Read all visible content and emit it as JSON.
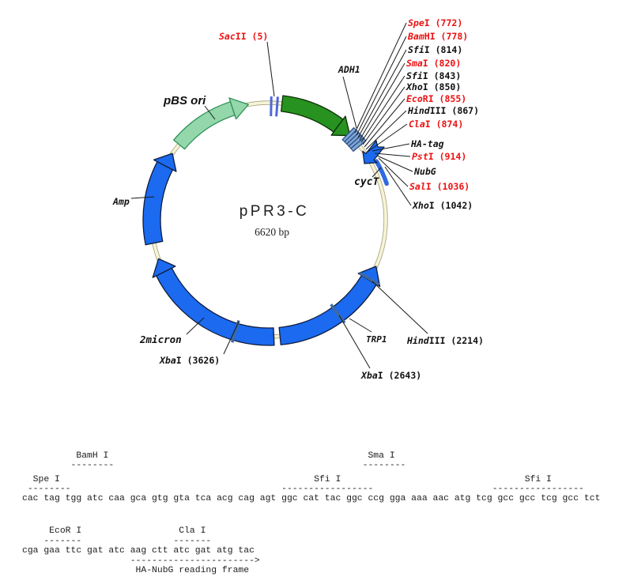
{
  "plasmid": {
    "name": "pPR3-C",
    "size_label": "6620 bp",
    "colors": {
      "red_site": "#ee1111",
      "black_site": "#111111",
      "blue_arrow": "#1b6af0",
      "green_arrow": "#27921f",
      "light_green_arrow": "#93d7ab",
      "ring_cream": "#f7f4d6",
      "tick_blue": "#4f68d8"
    },
    "genes": [
      {
        "id": "pbs",
        "label": "pBS ori"
      },
      {
        "id": "adh1",
        "label": "ADH1"
      },
      {
        "id": "amp",
        "label": "Amp"
      },
      {
        "id": "m2",
        "label": "2micron"
      },
      {
        "id": "trp1",
        "label": "TRP1"
      },
      {
        "id": "cyct",
        "label": "cycT"
      }
    ],
    "fan_sites": [
      {
        "italic": "Spe",
        "rest": "I (772)",
        "color": "#ee1111"
      },
      {
        "italic": "Bam",
        "rest": "HI (778)",
        "color": "#ee1111"
      },
      {
        "italic": "Sfi",
        "rest": "I (814)",
        "color": "#111111"
      },
      {
        "italic": "Sma",
        "rest": "I (820)",
        "color": "#ee1111"
      },
      {
        "italic": "Sfi",
        "rest": "I (843)",
        "color": "#111111"
      },
      {
        "italic": "Xho",
        "rest": "I (850)",
        "color": "#111111"
      },
      {
        "italic": "Eco",
        "rest": "RI (855)",
        "color": "#ee1111"
      },
      {
        "italic": "Hind",
        "rest": "III (867)",
        "color": "#111111"
      },
      {
        "italic": "Cla",
        "rest": "I (874)",
        "color": "#ee1111"
      },
      {
        "italic": "HA-tag",
        "rest": "",
        "color": "#111111"
      },
      {
        "italic": "Pst",
        "rest": "I (914)",
        "color": "#ee1111"
      },
      {
        "italic": "NubG",
        "rest": "",
        "color": "#111111"
      },
      {
        "italic": "Sal",
        "rest": "I (1036)",
        "color": "#ee1111"
      },
      {
        "italic": "Xho",
        "rest": "I (1042)",
        "color": "#111111"
      }
    ],
    "map_sites": [
      {
        "id": "sacii",
        "italic": "Sac",
        "rest": "II (5)",
        "color": "#ee1111"
      },
      {
        "id": "xba3626",
        "italic": "Xba",
        "rest": "I (3626)",
        "color": "#111111"
      },
      {
        "id": "xba2643",
        "italic": "Xba",
        "rest": "I (2643)",
        "color": "#111111"
      },
      {
        "id": "hind2214",
        "italic": "Hind",
        "rest": "III (2214)",
        "color": "#111111"
      }
    ]
  },
  "sequence_panel": {
    "block1": {
      "sequence": "cac tag tgg atc caa gca gtg gta tca acg cag agt ggc cat tac ggc ccg gga aaa aac atg tcg gcc gcc tcg gcc tct",
      "upper_labels": [
        {
          "text": "BamH I",
          "col": 10
        },
        {
          "text": "Sma I",
          "col": 64
        }
      ],
      "upper_underlines": [
        {
          "col": 9,
          "len": 8
        },
        {
          "col": 63,
          "len": 8
        }
      ],
      "lower_labels": [
        {
          "text": "Spe I",
          "col": 2
        },
        {
          "text": "Sfi I",
          "col": 54
        },
        {
          "text": "Sfi I",
          "col": 93
        }
      ],
      "lower_underlines": [
        {
          "col": 1,
          "len": 8
        },
        {
          "col": 48,
          "len": 17
        },
        {
          "col": 87,
          "len": 17
        }
      ]
    },
    "block2": {
      "sequence": "cga gaa ttc gat atc aag ctt atc gat atg tac",
      "labels": [
        {
          "text": "EcoR I",
          "col": 5
        },
        {
          "text": "Cla I",
          "col": 29
        }
      ],
      "underlines": [
        {
          "col": 4,
          "len": 7
        },
        {
          "col": 28,
          "len": 7
        }
      ],
      "arrow": {
        "col": 20,
        "dashes": 23
      },
      "frame_label": {
        "text": "HA-NubG reading frame",
        "col": 21
      }
    }
  }
}
